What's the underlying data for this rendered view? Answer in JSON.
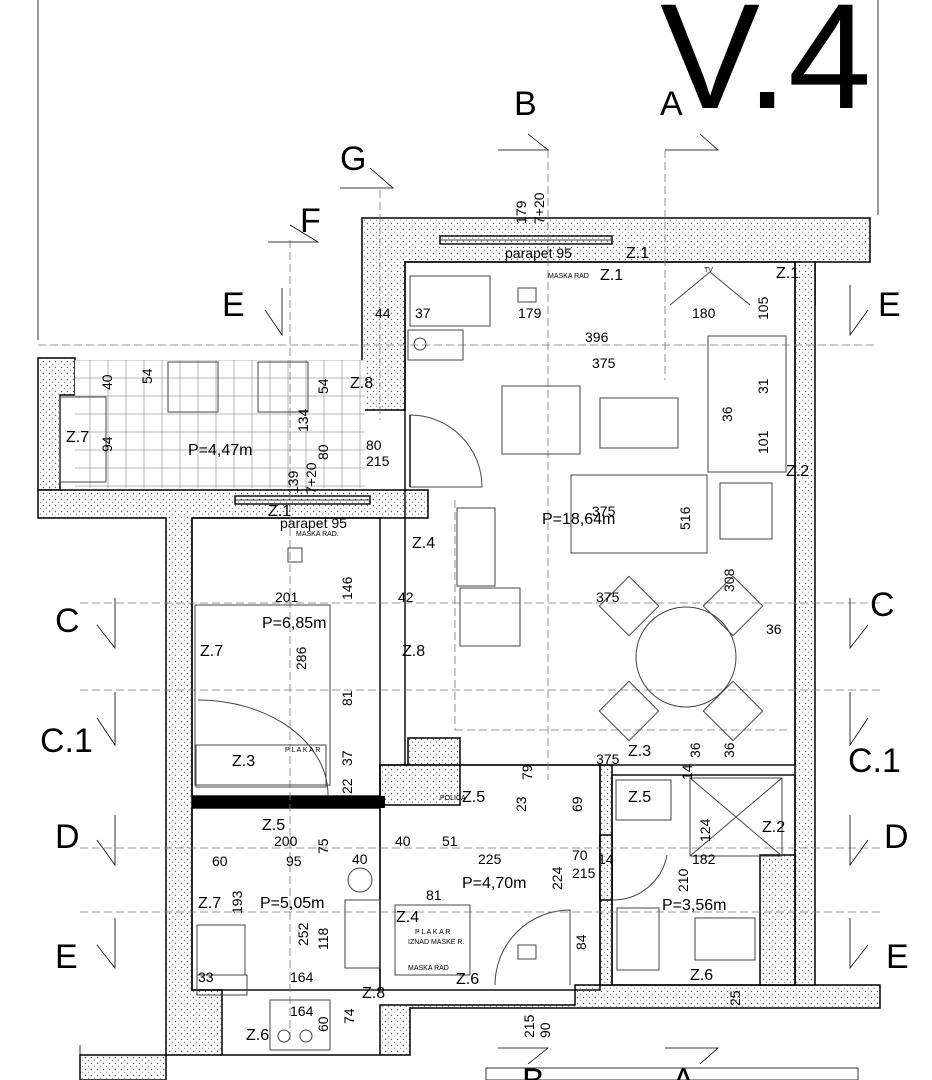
{
  "plan": {
    "title": "V.4",
    "sections": {
      "a_top": "A",
      "b_top": "B",
      "g": "G",
      "f": "F",
      "e_left_top": "E",
      "e_right_top": "E",
      "c_left": "C",
      "c_right": "C",
      "c1_left": "C.1",
      "c1_right": "C.1",
      "d_left": "D",
      "d_right": "D",
      "e_left_bottom": "E",
      "e_right_bottom": "E",
      "b_bottom": "B",
      "a_bottom": "A"
    },
    "rooms": [
      {
        "id": "living",
        "area": "P=18,64m"
      },
      {
        "id": "balcony",
        "area": "P=4,47m"
      },
      {
        "id": "bedroom",
        "area": "P=6,85m"
      },
      {
        "id": "kitchen",
        "area": "P=5,05m"
      },
      {
        "id": "hall",
        "area": "P=4,70m"
      },
      {
        "id": "bath",
        "area": "P=3,56m"
      }
    ],
    "zones": [
      "Z.1",
      "Z.1",
      "Z.1",
      "Z.8",
      "Z.7",
      "Z.1",
      "Z.4",
      "Z.2",
      "Z.7",
      "Z.8",
      "Z.3",
      "Z.3",
      "Z.5",
      "Z.5",
      "Z.2",
      "Z.5",
      "Z.7",
      "Z.4",
      "Z.6",
      "Z.8",
      "Z.6",
      "Z.6"
    ],
    "dims": [
      "179",
      "7+20",
      "179",
      "44",
      "37",
      "396",
      "180",
      "105",
      "375",
      "54",
      "54",
      "40",
      "94",
      "134",
      "80",
      "80",
      "215",
      "31",
      "36",
      "101",
      "139",
      "7+20",
      "375",
      "516",
      "201",
      "146",
      "42",
      "375",
      "308",
      "36",
      "286",
      "81",
      "37",
      "22",
      "375",
      "36",
      "36",
      "79",
      "14",
      "23",
      "69",
      "200",
      "75",
      "40",
      "51",
      "124",
      "60",
      "95",
      "40",
      "225",
      "70",
      "14",
      "182",
      "215",
      "193",
      "81",
      "210",
      "252",
      "118",
      "224",
      "84",
      "33",
      "164",
      "164",
      "60",
      "74",
      "215",
      "90",
      "25"
    ],
    "labels": {
      "parapet_top": "parapet 95",
      "parapet_mid": "parapet 95",
      "maska_top": "MASKA RAD",
      "maska_mid": "MASKA RAD.",
      "tv": "TV",
      "plakar_bed": "P L A K A R",
      "plakar_hall_1": "P L A K A R",
      "plakar_hall_2": "IZNAD MASKE R.",
      "maska_hall": "MASKA RAD",
      "polica": "POLICA"
    }
  }
}
